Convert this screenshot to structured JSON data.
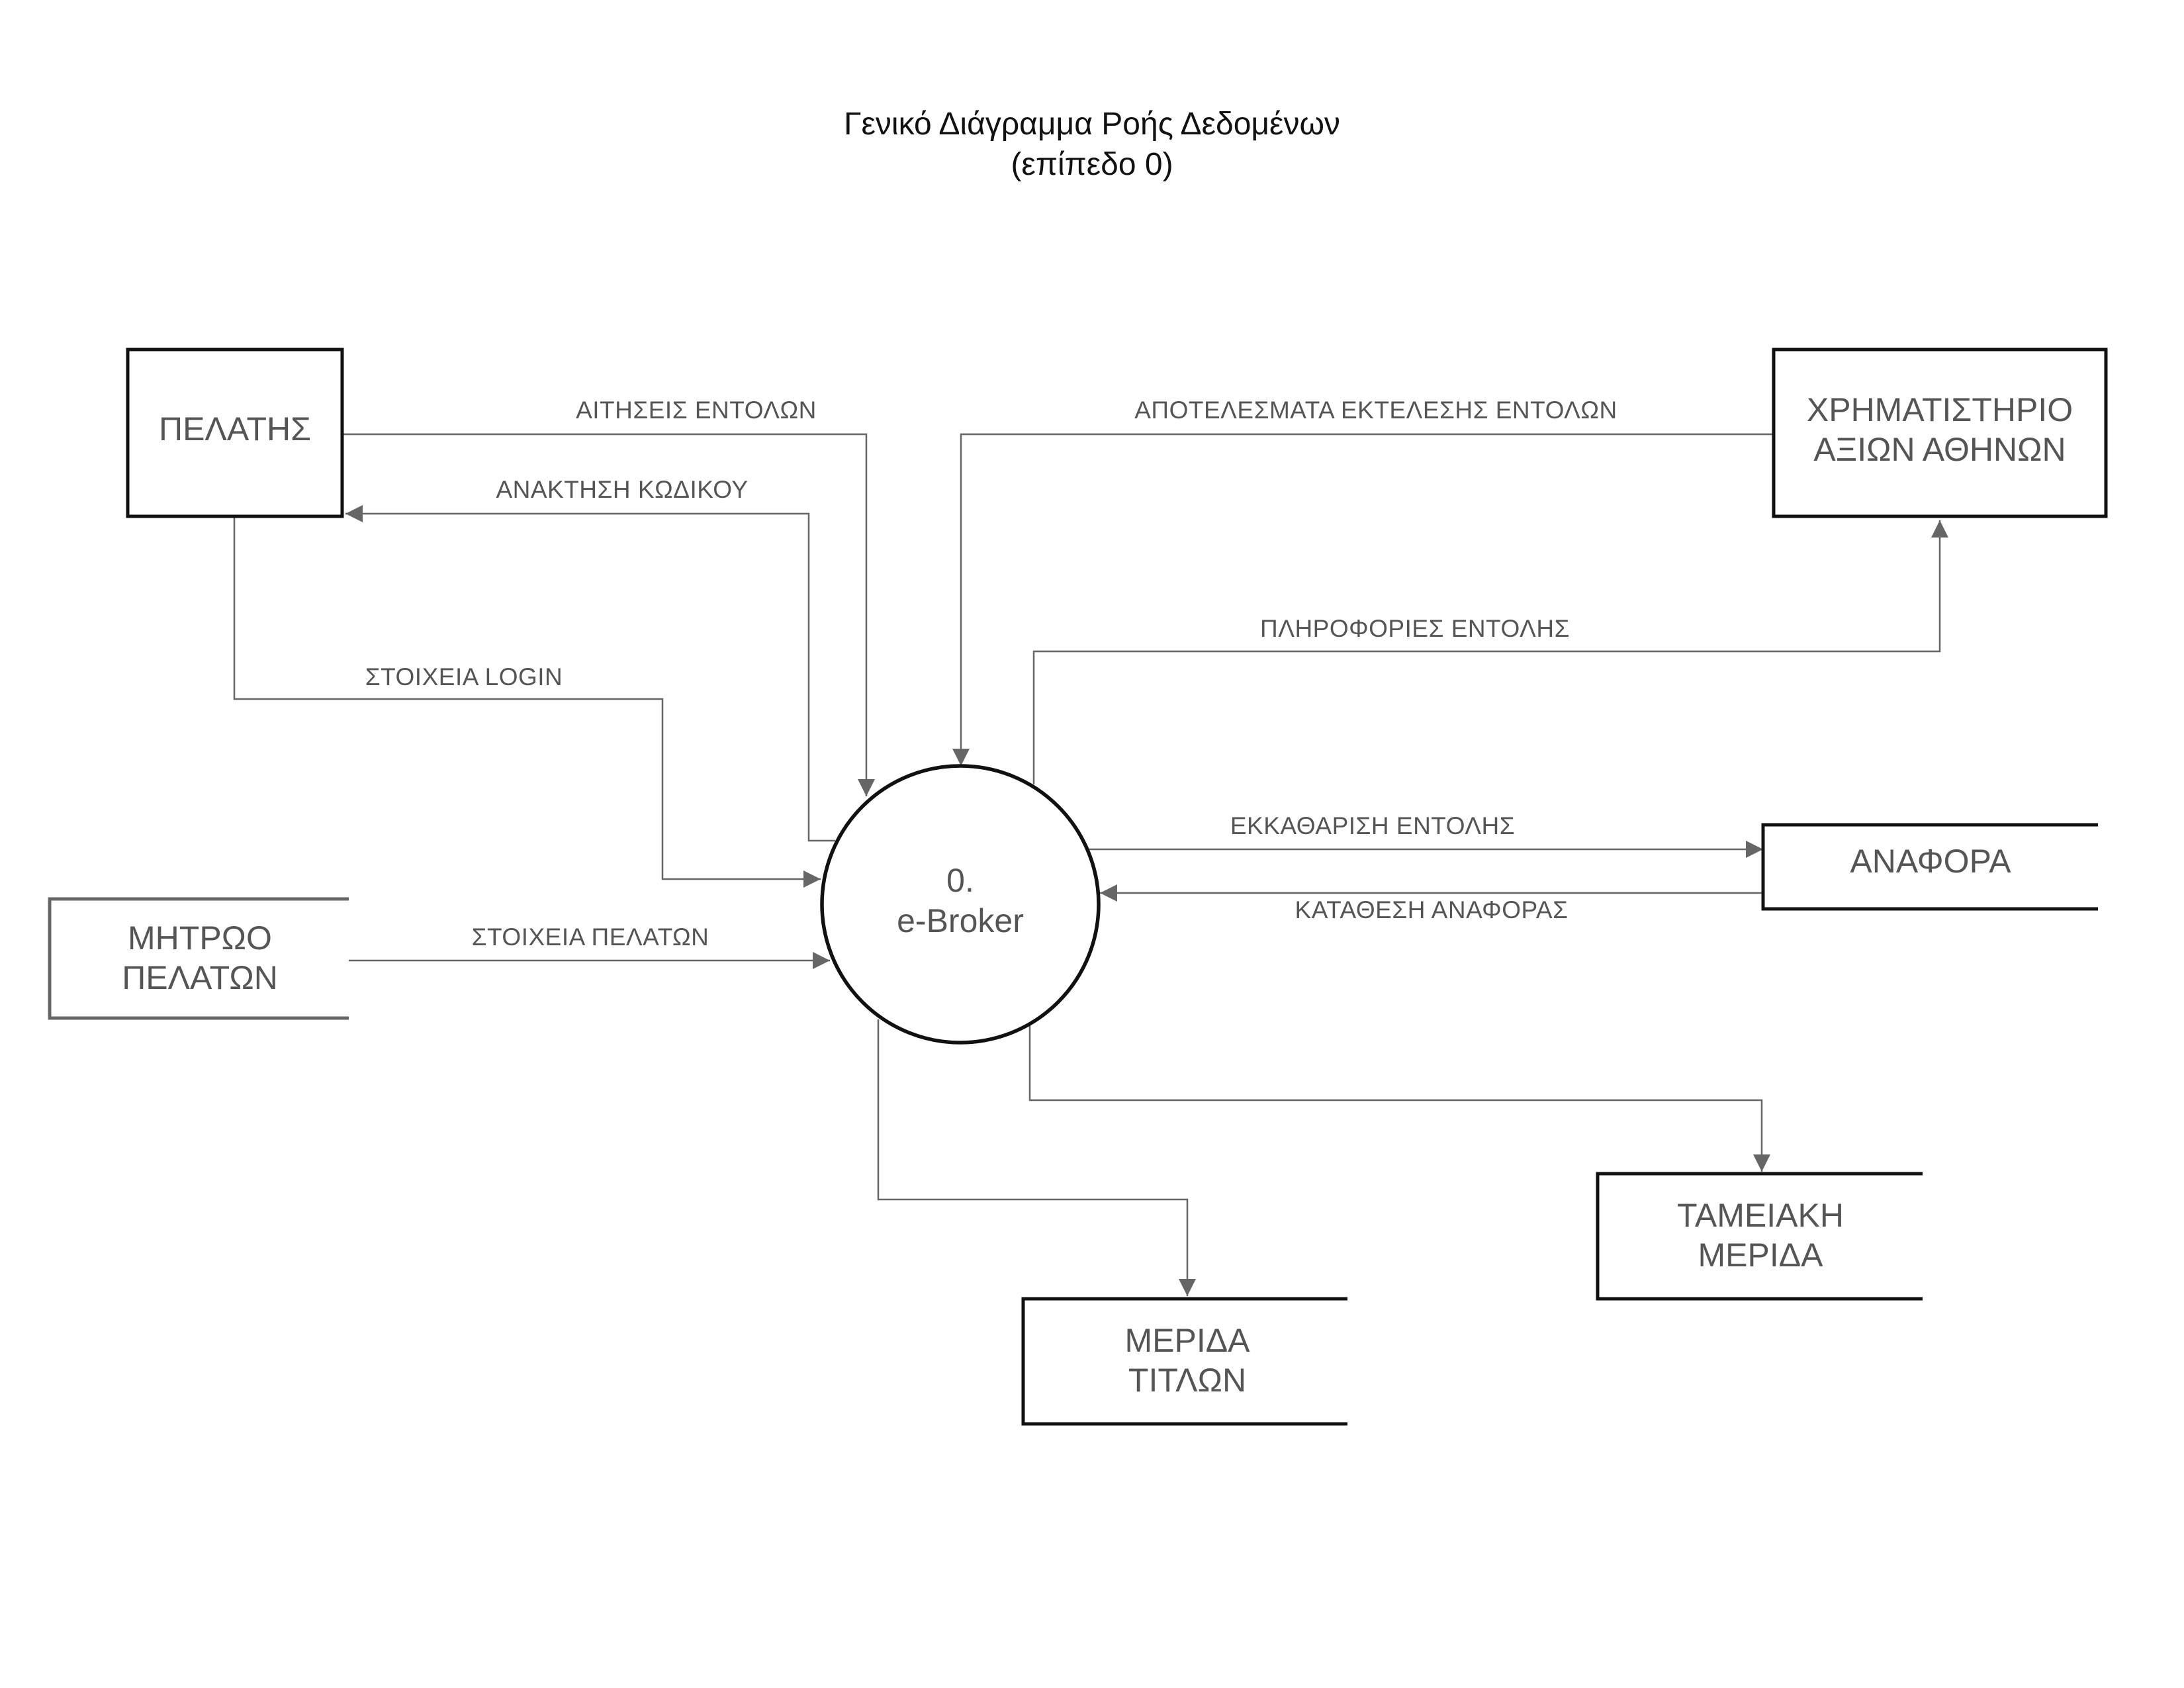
{
  "title": {
    "line1": "Γενικό Διάγραμμα Ροής Δεδομένων",
    "line2": "(επίπεδο 0)"
  },
  "process": {
    "number": "0.",
    "name": "e-Broker"
  },
  "entities": {
    "customer": "ΠΕΛΑΤΗΣ",
    "exchange_line1": "ΧΡΗΜΑΤΙΣΤΗΡΙΟ",
    "exchange_line2": "ΑΞΙΩΝ ΑΘΗΝΩΝ"
  },
  "stores": {
    "customer_registry_line1": "ΜΗΤΡΩΟ",
    "customer_registry_line2": "ΠΕΛΑΤΩΝ",
    "report": "ΑΝΑΦΟΡΑ",
    "cash_line1": "ΤΑΜΕΙΑΚΗ",
    "cash_line2": "ΜΕΡΙΔΑ",
    "securities_line1": "ΜΕΡΙΔΑ",
    "securities_line2": "ΤΙΤΛΩΝ"
  },
  "flows": {
    "order_requests": "ΑΙΤΗΣΕΙΣ ΕΝΤΟΛΩΝ",
    "code_recovery": "ΑΝΑΚΤΗΣΗ ΚΩΔΙΚΟΥ",
    "login_data": "ΣΤΟΙΧΕΙΑ LOGIN",
    "customer_data": "ΣΤΟΙΧΕΙΑ ΠΕΛΑΤΩΝ",
    "execution_results": "ΑΠΟΤΕΛΕΣΜΑΤΑ ΕΚΤΕΛΕΣΗΣ ΕΝΤΟΛΩΝ",
    "order_info": "ΠΛΗΡΟΦΟΡΙΕΣ ΕΝΤΟΛΗΣ",
    "order_settlement": "ΕΚΚΑΘΑΡΙΣΗ ΕΝΤΟΛΗΣ",
    "report_submission": "ΚΑΤΑΘΕΣΗ ΑΝΑΦΟΡΑΣ"
  }
}
